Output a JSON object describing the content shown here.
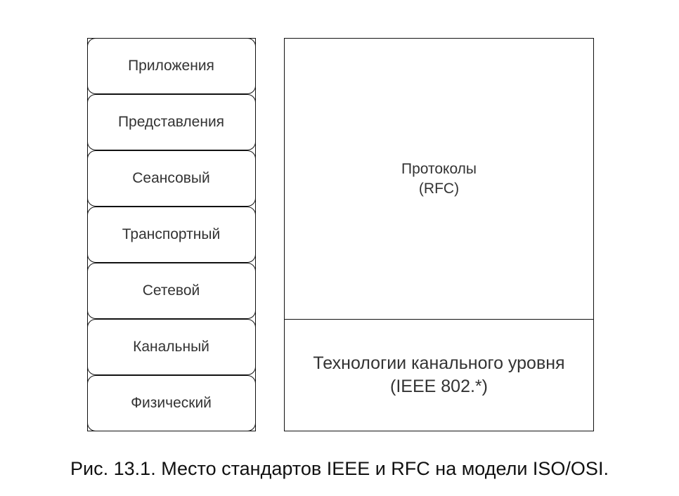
{
  "osi_layers": [
    {
      "label": "Приложения"
    },
    {
      "label": "Представления"
    },
    {
      "label": "Сеансовый"
    },
    {
      "label": "Транспортный"
    },
    {
      "label": "Сетевой"
    },
    {
      "label": "Канальный"
    },
    {
      "label": "Физический"
    }
  ],
  "protocols_box": {
    "line1": "Протоколы",
    "line2": "(RFC)"
  },
  "link_tech_box": {
    "line1": "Технологии канального уровня",
    "line2": "(IEEE 802.*)"
  },
  "caption": "Рис. 13.1. Место стандартов IEEE и RFC на модели ISO/OSI."
}
